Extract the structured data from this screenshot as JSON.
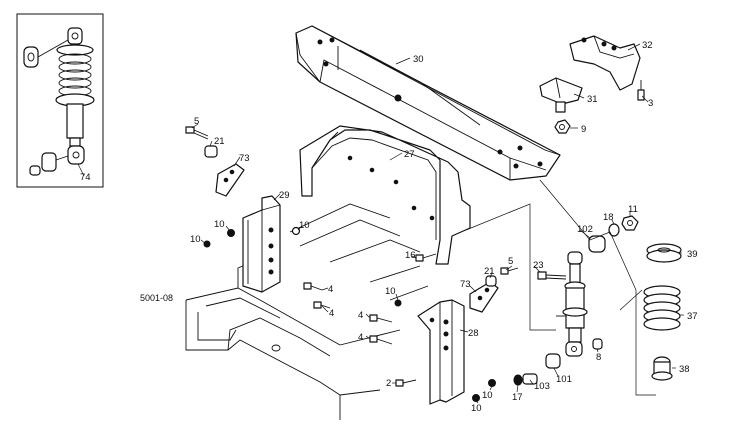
{
  "drawing_number": "5001-08",
  "callouts": {
    "c30": "30",
    "c32": "32",
    "c31": "31",
    "c3": "3",
    "c9": "9",
    "c27": "27",
    "c5a": "5",
    "c21a": "21",
    "c73a": "73",
    "c29": "29",
    "c10a": "10",
    "c10b": "10",
    "c10c": "10",
    "c16": "16",
    "c4a": "4",
    "c4b": "4",
    "c21b": "21",
    "c5b": "5",
    "c73b": "73",
    "c10d": "10",
    "c28": "28",
    "c4c": "4",
    "c4d": "4",
    "c2": "2",
    "c10e": "10",
    "c10f": "10",
    "c17": "17",
    "c103": "103",
    "c101": "101",
    "c8": "8",
    "c23": "23",
    "c102": "102",
    "c18": "18",
    "c11": "11",
    "c39": "39",
    "c37": "37",
    "c38": "38",
    "c74": "74"
  }
}
